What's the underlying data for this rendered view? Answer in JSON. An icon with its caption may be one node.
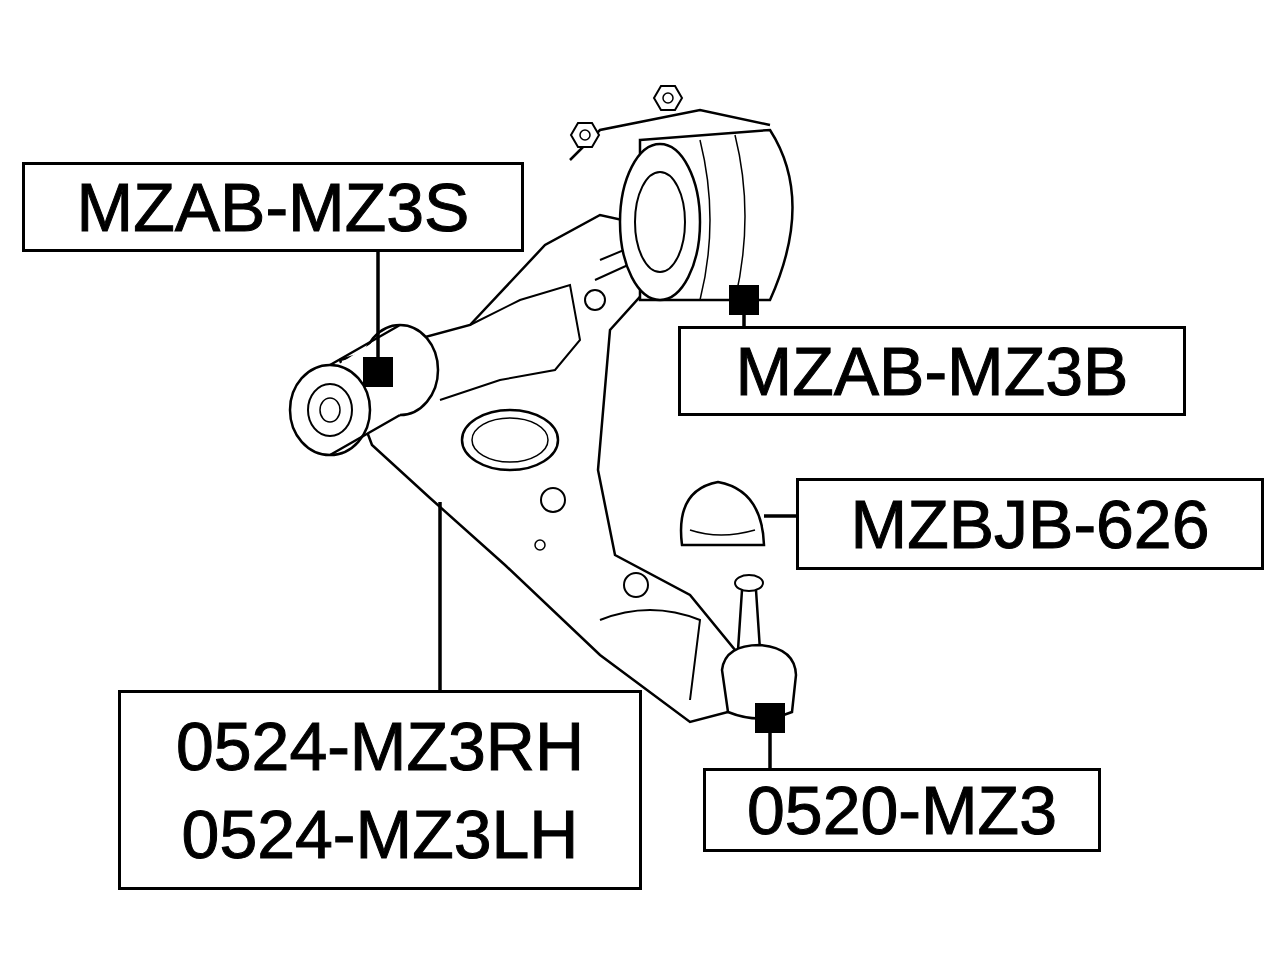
{
  "diagram": {
    "nodes": [
      {
        "text": [
          "MZAB-MZ3S"
        ]
      },
      {
        "text": [],
        "shape": "picture"
      },
      {
        "text": [
          "MZAB-MZ3B"
        ]
      },
      {
        "text": [],
        "shape": "picture"
      },
      {
        "text": [
          "MZBJB-626"
        ]
      },
      {
        "text": [],
        "shape": "picture"
      },
      {
        "text": [
          "0524-MZ3RH",
          "0524-MZ3LH"
        ]
      },
      {
        "text": [],
        "shape": "picture"
      },
      {
        "text": [
          "0520-MZ3"
        ]
      },
      {
        "text": [],
        "shape": "picture"
      }
    ],
    "edges": [
      {
        "from": 0,
        "to": 1,
        "arrow": "other"
      },
      {
        "from": 2,
        "to": 3,
        "arrow": "other"
      },
      {
        "from": 4,
        "to": 5,
        "arrow": "none"
      },
      {
        "from": 6,
        "to": 7,
        "arrow": "none"
      },
      {
        "from": 8,
        "to": 9,
        "arrow": "other"
      }
    ]
  }
}
